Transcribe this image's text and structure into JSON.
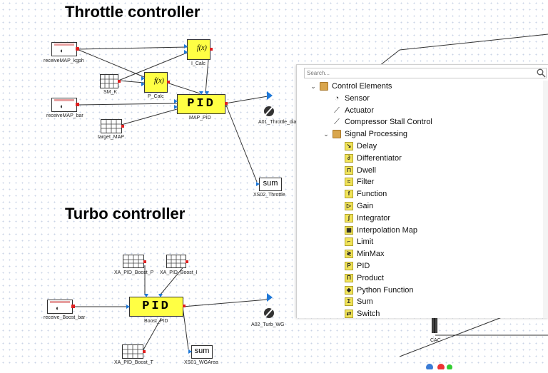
{
  "headings": {
    "throttle": "Throttle controller",
    "turbo": "Turbo controller"
  },
  "blocks": {
    "receiveMAP_kgph": "receiveMAP_kgph",
    "SM_K": "SM_K",
    "I_Calc": "I_Calc",
    "P_Calc": "P_Calc",
    "receiveMAP_bar": "receiveMAP_bar",
    "target_MAP": "target_MAP",
    "MAP_PID": "MAP_PID",
    "PID_text": "PID",
    "fx_text": "f(x)",
    "A01_Throttle": "A01_Throttle_dia",
    "XS02_Throttle": "XS02_Throttle",
    "sum_text": "sum",
    "XA_PID_Boost_P": "XA_PID_Boost_P",
    "XA_PID_Boost_I": "XA_PID_Boost_I",
    "receive_Boost_bar": "receive_Boost_bar",
    "Boost_PID": "Boost_PID",
    "XA_PID_Boost_T": "XA_PID_Boost_T",
    "XS01_WGArea": "XS01_WGArea",
    "A02_Turb_WG": "A02_Turb_WG",
    "CAC": "CAC"
  },
  "palette": {
    "search_placeholder": "Search...",
    "items": [
      {
        "label": "Control Elements",
        "icon": "folder-icon",
        "level": 1,
        "expanded": true
      },
      {
        "label": "Sensor",
        "icon": "gauge-icon",
        "level": 2
      },
      {
        "label": "Actuator",
        "icon": "actuator-icon",
        "level": 2
      },
      {
        "label": "Compressor Stall Control",
        "icon": "compressor-icon",
        "level": 2
      },
      {
        "label": "Signal Processing",
        "icon": "folder-icon",
        "level": 2,
        "expanded": true
      },
      {
        "label": "Delay",
        "icon": "delay-icon",
        "level": 3
      },
      {
        "label": "Differentiator",
        "icon": "differentiator-icon",
        "level": 3
      },
      {
        "label": "Dwell",
        "icon": "dwell-icon",
        "level": 3
      },
      {
        "label": "Filter",
        "icon": "filter-icon",
        "level": 3
      },
      {
        "label": "Function",
        "icon": "function-icon",
        "level": 3
      },
      {
        "label": "Gain",
        "icon": "gain-icon",
        "level": 3
      },
      {
        "label": "Integrator",
        "icon": "integrator-icon",
        "level": 3
      },
      {
        "label": "Interpolation Map",
        "icon": "map-icon",
        "level": 3
      },
      {
        "label": "Limit",
        "icon": "limit-icon",
        "level": 3
      },
      {
        "label": "MinMax",
        "icon": "minmax-icon",
        "level": 3
      },
      {
        "label": "PID",
        "icon": "pid-icon",
        "level": 3
      },
      {
        "label": "Product",
        "icon": "product-icon",
        "level": 3
      },
      {
        "label": "Python Function",
        "icon": "python-icon",
        "level": 3
      },
      {
        "label": "Sum",
        "icon": "sum-icon",
        "level": 3
      },
      {
        "label": "Switch",
        "icon": "switch-icon",
        "level": 3
      }
    ]
  },
  "colors": {
    "block_yellow": "#ffff44",
    "port_blue": "#1e78d8",
    "port_red": "#e02020",
    "folder": "#d9a64d"
  }
}
